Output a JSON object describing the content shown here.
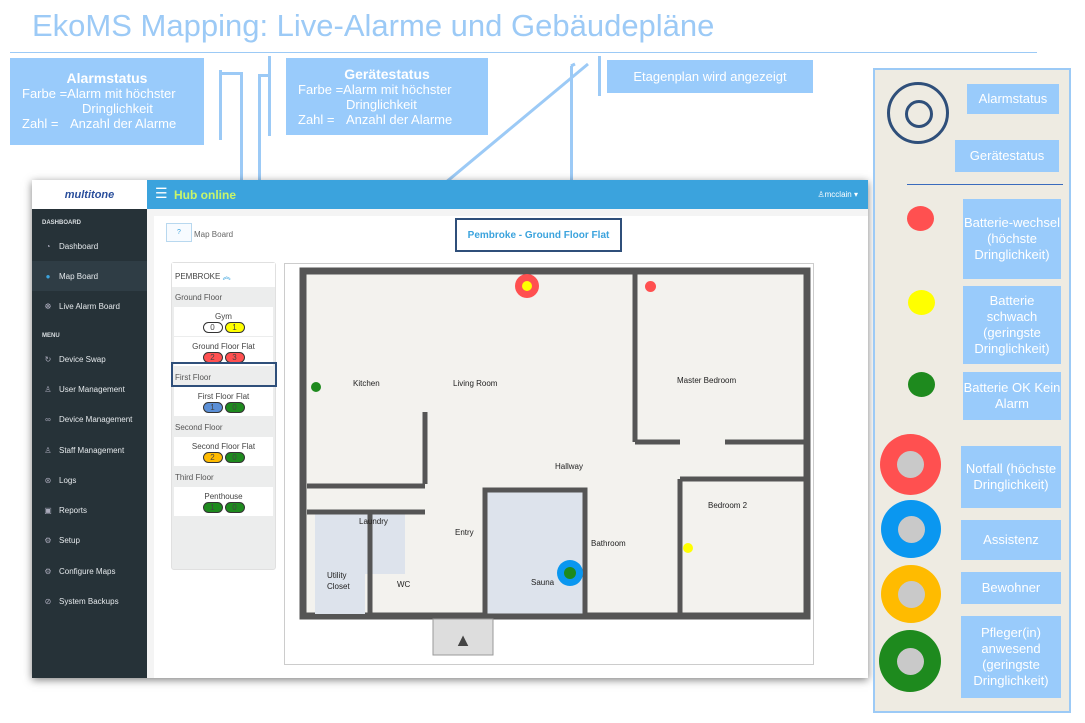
{
  "title": "EkoMS Mapping: Live-Alarme und Gebäudepläne",
  "callouts": {
    "alarm": {
      "heading": "Alarmstatus",
      "line1_key": "Farbe =",
      "line1_val": "Alarm mit höchster",
      "line2": "Dringlichkeit",
      "line3_key": "Zahl =",
      "line3_val": "Anzahl der Alarme"
    },
    "device": {
      "heading": "Gerätestatus",
      "line1_key": "Farbe =",
      "line1_val": "Alarm mit höchster",
      "line2": "Dringlichkeit",
      "line3_key": "Zahl =",
      "line3_val": "Anzahl der Alarme"
    },
    "floorplan": "Etagenplan wird angezeigt"
  },
  "app": {
    "logo": "multitone",
    "hub_status": "Hub online",
    "user": "mcclain",
    "sidebar": {
      "dashboard_section": "DASHBOARD",
      "menu_section": "MENU",
      "items": [
        "Dashboard",
        "Map Board",
        "Live Alarm Board",
        "Device Swap",
        "User Management",
        "Device Management",
        "Staff Management",
        "Logs",
        "Reports",
        "Setup",
        "Configure Maps",
        "System Backups"
      ]
    },
    "help": "?",
    "breadcrumb": "Map Board",
    "map_title": "Pembroke - Ground Floor Flat",
    "site": "PEMBROKE",
    "floors": [
      {
        "name": "Ground Floor",
        "units": [
          {
            "name": "Gym",
            "alarm": "0",
            "device": "1",
            "alarm_color": "#ffffff",
            "device_color": "#ffff00"
          },
          {
            "name": "Ground Floor Flat",
            "alarm": "2",
            "device": "3",
            "alarm_color": "#ff5050",
            "device_color": "#ff5050"
          }
        ]
      },
      {
        "name": "First Floor",
        "units": [
          {
            "name": "First Floor Flat",
            "alarm": "1",
            "device": "0",
            "alarm_color": "#5b8fd6",
            "device_color": "#1e8a1e"
          }
        ]
      },
      {
        "name": "Second Floor",
        "units": [
          {
            "name": "Second Floor Flat",
            "alarm": "2",
            "device": "0",
            "alarm_color": "#ffbb00",
            "device_color": "#1e8a1e"
          }
        ]
      },
      {
        "name": "Third Floor",
        "units": [
          {
            "name": "Penthouse",
            "alarm": "1",
            "device": "0",
            "alarm_color": "#1e8a1e",
            "device_color": "#1e8a1e"
          }
        ]
      }
    ],
    "rooms": [
      "Kitchen",
      "Living Room",
      "Master Bedroom",
      "Hallway",
      "Laundry",
      "Entry",
      "Bathroom",
      "Bedroom 2",
      "Utility",
      "Closet",
      "WC",
      "Sauna"
    ]
  },
  "legend": {
    "alarmstatus": "Alarmstatus",
    "geraetestatus": "Gerätestatus",
    "battery_change": "Batterie-wechsel (höchste Dringlichkeit)",
    "battery_low": "Batterie schwach (geringste Dringlichkeit)",
    "battery_ok": "Batterie OK Kein Alarm",
    "emergency": "Notfall (höchste Dringlichkeit)",
    "assist": "Assistenz",
    "resident": "Bewohner",
    "carer": "Pfleger(in) anwesend (geringste Dringlichkeit)"
  },
  "colors": {
    "red": "#ff5050",
    "yellow": "#ffff00",
    "green": "#1e8a1e",
    "blue": "#0a97f0",
    "amber": "#ffbb00",
    "accent": "#3ba3dd"
  }
}
